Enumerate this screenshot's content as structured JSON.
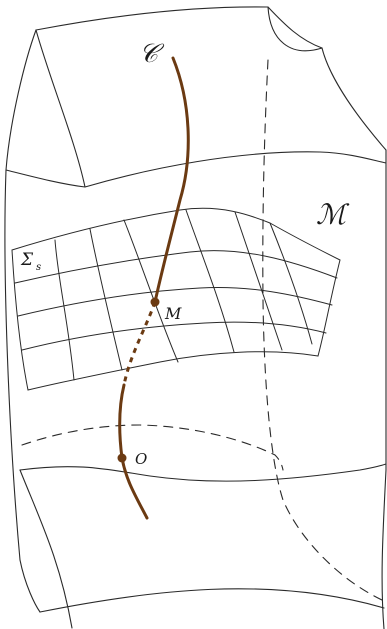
{
  "figure": {
    "labels": {
      "curve": "𝒞",
      "manifold": "ℳ",
      "section": "Σ",
      "section_subscript": "s",
      "point_m": "M",
      "point_o": "O"
    },
    "colors": {
      "line": "#2a2a2a",
      "curve": "#6b3a12"
    }
  }
}
